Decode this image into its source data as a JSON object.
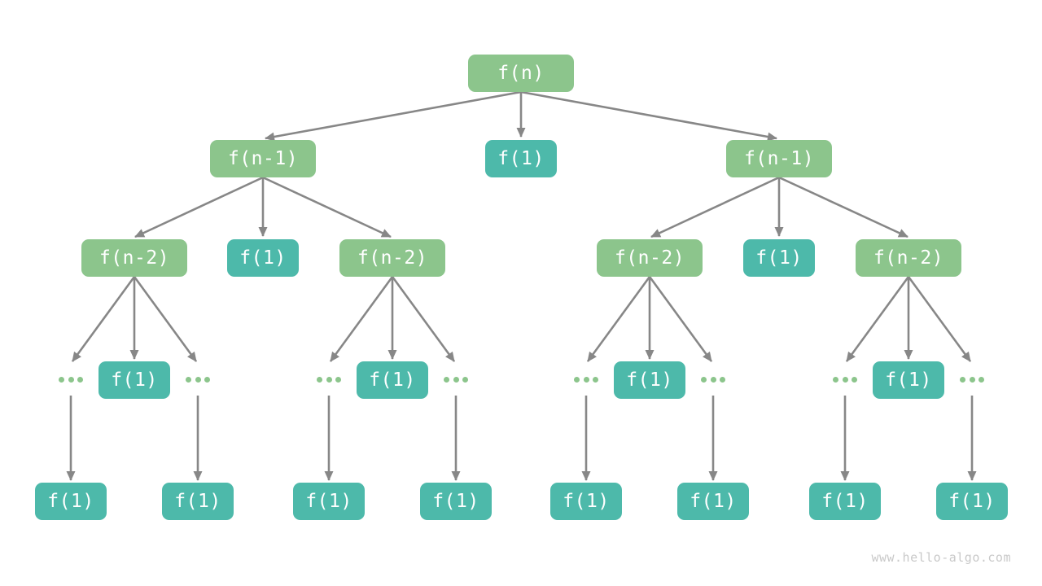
{
  "diagram": {
    "type": "recursion-tree",
    "ellipsis": "...",
    "tree": {
      "level1": [
        {
          "label": "f(n)",
          "type": "recursive"
        }
      ],
      "level2": [
        {
          "label": "f(n-1)",
          "type": "recursive"
        },
        {
          "label": "f(1)",
          "type": "base"
        },
        {
          "label": "f(n-1)",
          "type": "recursive"
        }
      ],
      "level3": [
        {
          "label": "f(n-2)",
          "type": "recursive"
        },
        {
          "label": "f(1)",
          "type": "base"
        },
        {
          "label": "f(n-2)",
          "type": "recursive"
        },
        {
          "label": "f(n-2)",
          "type": "recursive"
        },
        {
          "label": "f(1)",
          "type": "base"
        },
        {
          "label": "f(n-2)",
          "type": "recursive"
        }
      ],
      "level4": [
        {
          "label": "f(1)",
          "type": "base"
        },
        {
          "label": "f(1)",
          "type": "base"
        },
        {
          "label": "f(1)",
          "type": "base"
        },
        {
          "label": "f(1)",
          "type": "base"
        }
      ],
      "level5": [
        {
          "label": "f(1)",
          "type": "base"
        },
        {
          "label": "f(1)",
          "type": "base"
        },
        {
          "label": "f(1)",
          "type": "base"
        },
        {
          "label": "f(1)",
          "type": "base"
        },
        {
          "label": "f(1)",
          "type": "base"
        },
        {
          "label": "f(1)",
          "type": "base"
        },
        {
          "label": "f(1)",
          "type": "base"
        },
        {
          "label": "f(1)",
          "type": "base"
        }
      ]
    },
    "colors": {
      "recursive_node": "#8CC58C",
      "base_case_node": "#4DB9AA",
      "edge": "#878787",
      "node_text": "#FFFFFF",
      "ellipsis_dots": "#8CC58C",
      "watermark_text": "#C9C9C9",
      "background": "#FFFFFF"
    }
  },
  "watermark": {
    "text": "www.hello-algo.com"
  }
}
